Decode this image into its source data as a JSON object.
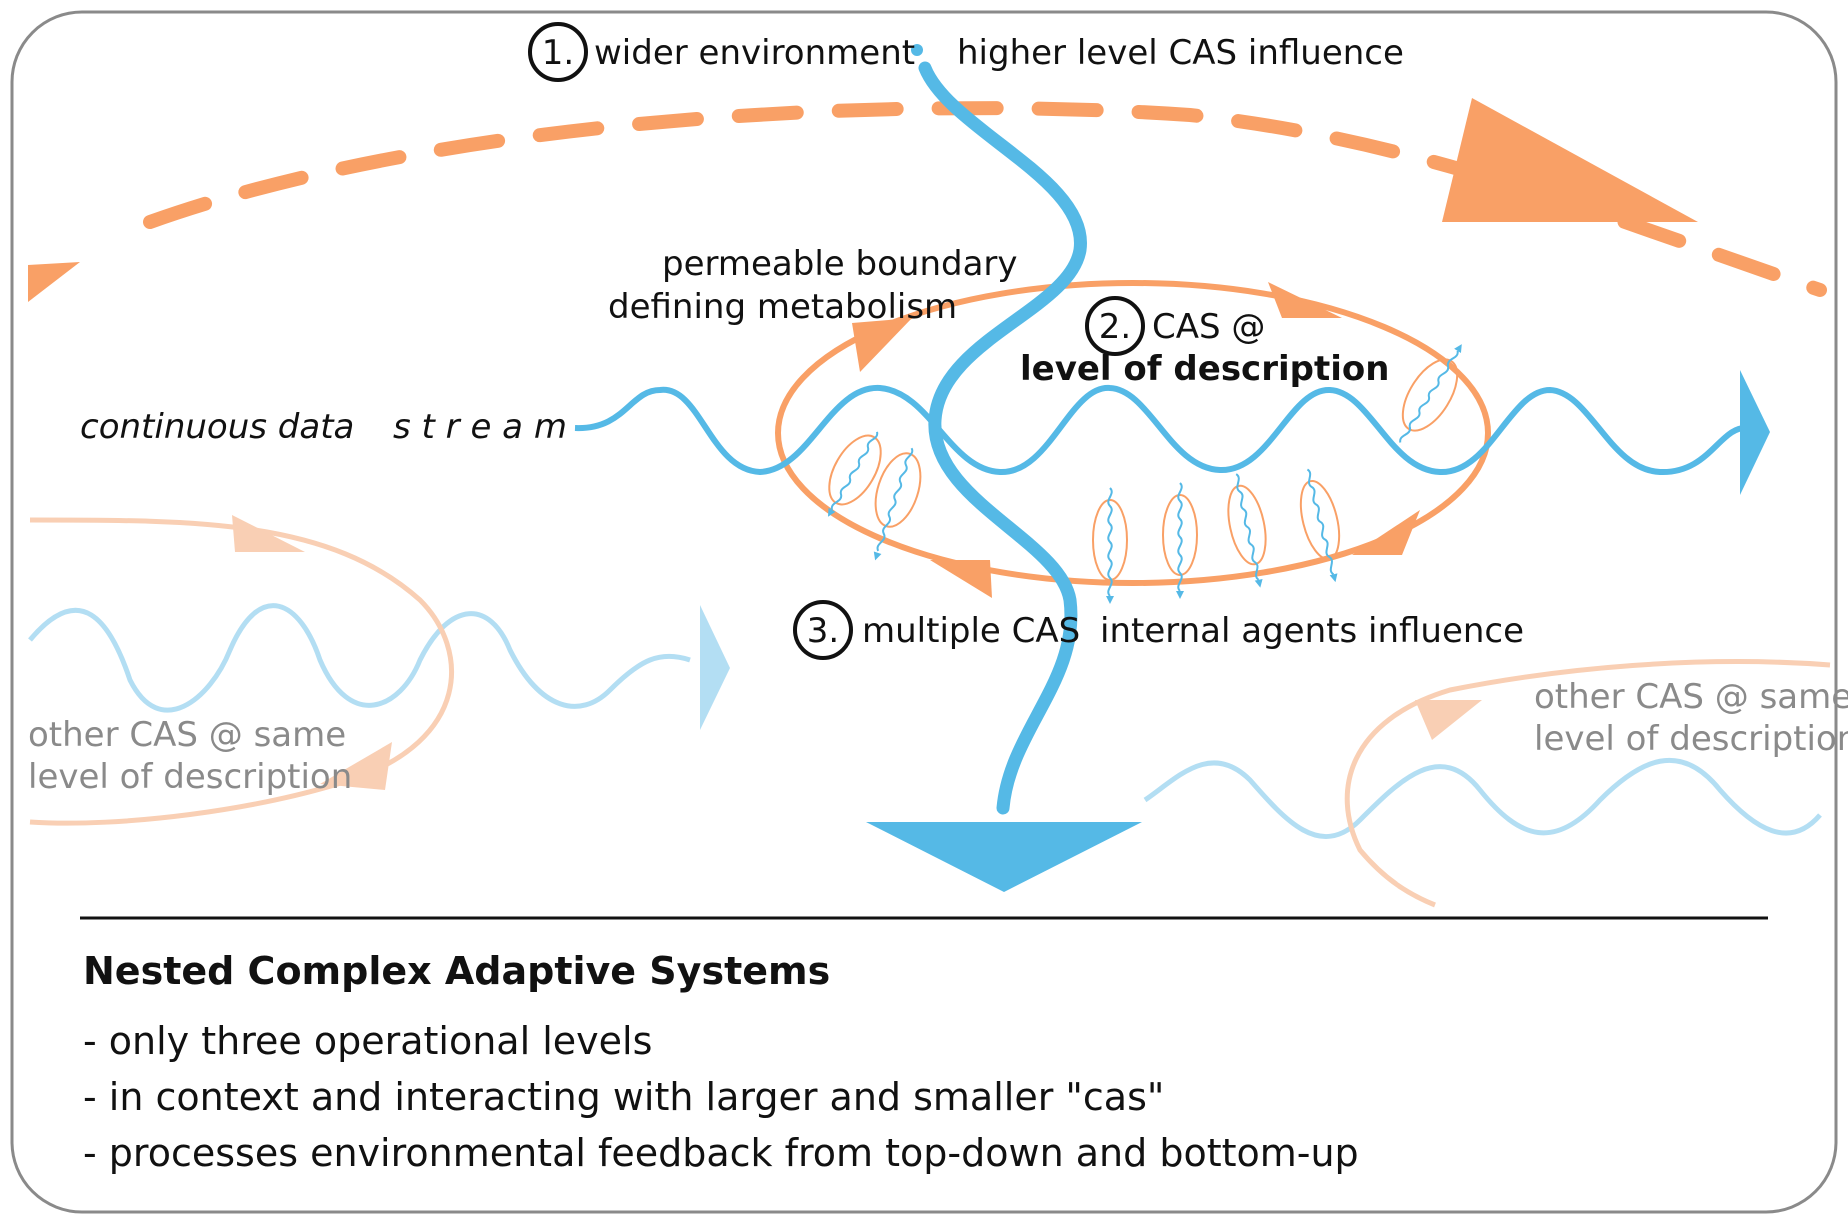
{
  "colors": {
    "orange": "#f9a066",
    "orange_light": "#f9cfb4",
    "blue": "#55b9e6",
    "blue_light": "#b3def3",
    "frame": "#8a8a8a",
    "grey_text": "#8a8a8a"
  },
  "levels": {
    "one": {
      "number": "1.",
      "label": "wider environment"
    },
    "two": {
      "number": "2.",
      "label": "CAS @",
      "label_bold": "level of description"
    },
    "three": {
      "number": "3.",
      "label": "multiple CAS"
    }
  },
  "labels": {
    "higher_influence": "higher level CAS influence",
    "boundary_line1": "permeable boundary",
    "boundary_line2": "defining metabolism",
    "stream_a": "continuous  data",
    "stream_b": "s t r e a m",
    "internal_influence": "internal agents influence",
    "other_left_line1": "other CAS @ same",
    "other_left_line2": "level of description",
    "other_right_line1": "other CAS @ same",
    "other_right_line2": "level of description"
  },
  "summary": {
    "title": "Nested Complex Adaptive Systems",
    "bullets": [
      "- only three operational levels",
      "- in context and interacting with larger and smaller \"cas\"",
      "- processes environmental feedback from top-down and bottom-up"
    ]
  }
}
